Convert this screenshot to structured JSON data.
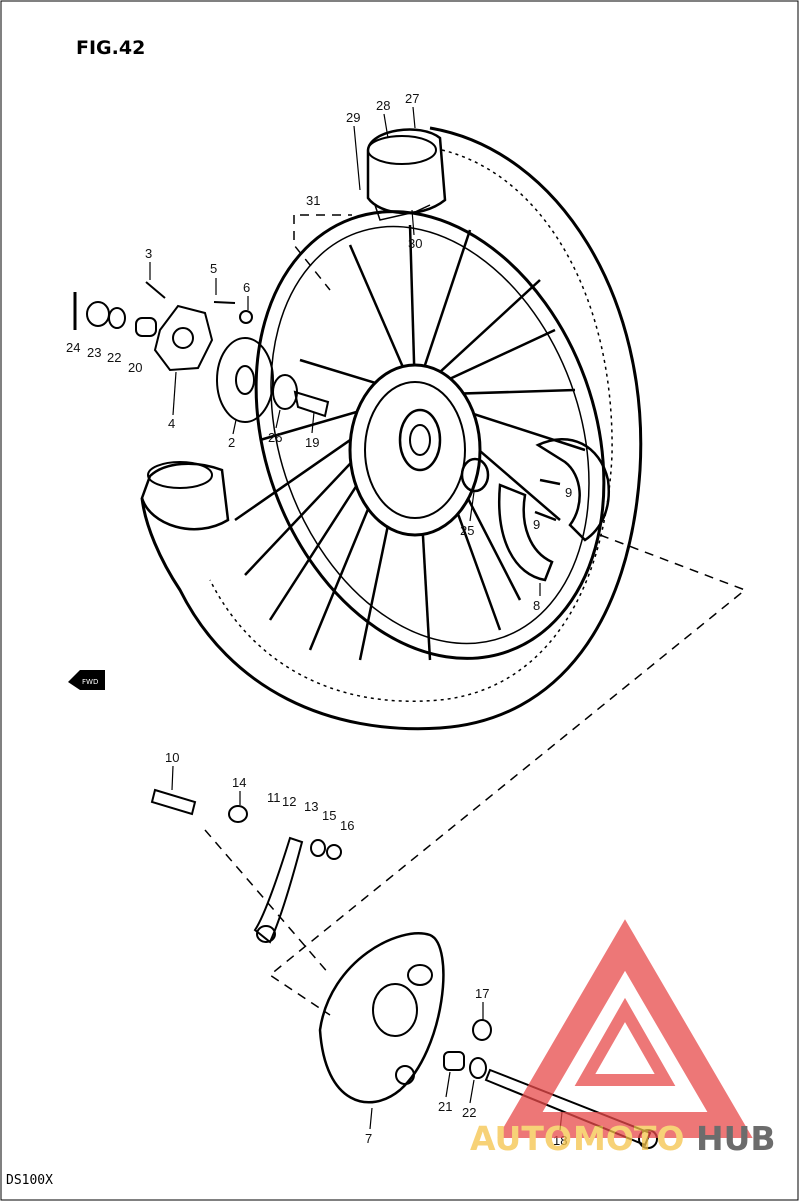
{
  "figure": {
    "title": "FIG.42",
    "model": "DS100X"
  },
  "watermark": {
    "part1": "AUTO",
    "part2": "MOTO",
    "part3": "HUB",
    "color_logo": "#e84a4a",
    "color_text_light": "#f5c34a",
    "color_text_dark": "#3c3c3c"
  },
  "direction_marker": {
    "text": "FWD",
    "icon": "arrow-left-icon"
  },
  "part_labels": {
    "p2": "2",
    "p3": "3",
    "p4": "4",
    "p5": "5",
    "p6": "6",
    "p7": "7",
    "p8": "8",
    "p9a": "9",
    "p9b": "9",
    "p10": "10",
    "p11": "11",
    "p12": "12",
    "p13": "13",
    "p14": "14",
    "p15": "15",
    "p16": "16",
    "p17": "17",
    "p18": "18",
    "p19": "19",
    "p20": "20",
    "p21": "21",
    "p22a": "22",
    "p22b": "22",
    "p23": "23",
    "p24": "24",
    "p25": "25",
    "p26": "26",
    "p27": "27",
    "p28": "28",
    "p29": "29",
    "p30": "30",
    "p31": "31"
  }
}
